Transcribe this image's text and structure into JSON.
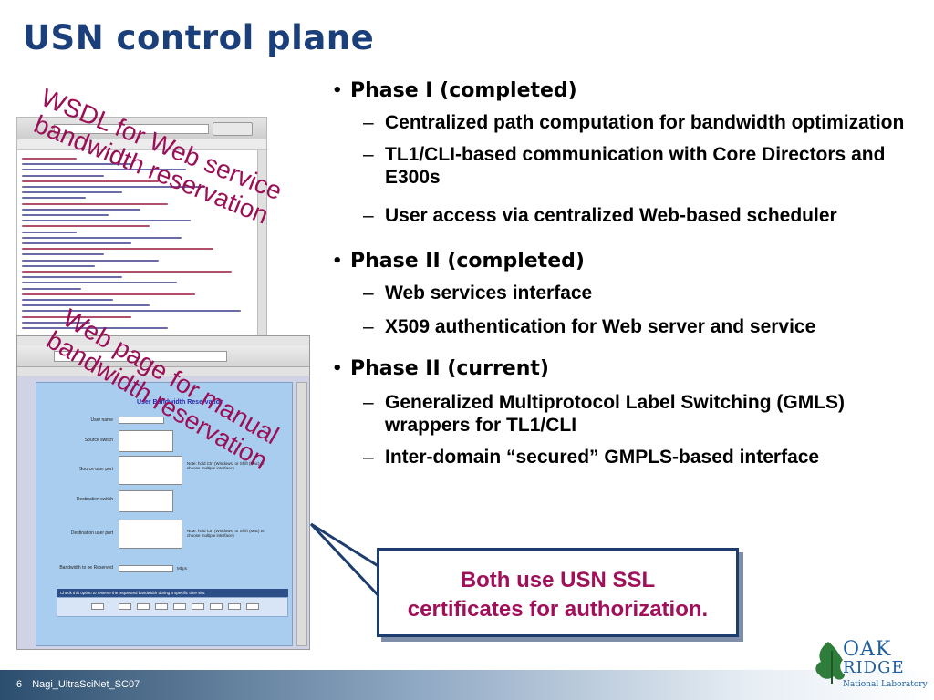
{
  "slide": {
    "title": "USN control plane",
    "page_number": "6",
    "footer_label": "Nagi_UltraSciNet_SC07"
  },
  "callouts": {
    "wsdl": [
      "WSDL for Web service",
      "bandwidth reservation"
    ],
    "web": [
      "Web page for manual",
      "bandwidth reservation"
    ]
  },
  "phases": [
    {
      "title": "Phase I (completed)",
      "items": [
        "Centralized path computation for bandwidth optimization",
        "TL1/CLI-based communication with Core Directors and E300s",
        "User access via centralized Web-based scheduler"
      ]
    },
    {
      "title": "Phase II (completed)",
      "items": [
        "Web services interface",
        "X509 authentication for Web server and service"
      ]
    },
    {
      "title": "Phase II (current)",
      "items": [
        "Generalized Multiprotocol Label Switching (GMLS) wrappers for TL1/CLI",
        "Inter-domain “secured” GMPLS-based interface"
      ]
    }
  ],
  "note": {
    "line1": "Both use USN SSL",
    "line2": "certificates for authorization."
  },
  "logo": {
    "line1": "OAK",
    "line2": "RIDGE",
    "line3": "National Laboratory"
  },
  "screenshot_web": {
    "heading": "User Bandwidth Reservation",
    "labels": [
      "User name",
      "Source switch",
      "Source user port",
      "Destination switch",
      "Destination user port",
      "Bandwidth to be Reserved"
    ],
    "unit": "Mbps",
    "notes": [
      "Note: hold Ctrl (Windows) or Shift (Mac) to choose multiple interfaces",
      "Note: hold Ctrl (Windows) or Shift (Mac) to choose multiple interfaces"
    ],
    "bar_text": "Check this option to reserve the requested bandwidth during a specific time slot:"
  },
  "colors": {
    "title": "#1b3f7a",
    "callout_text": "#9b0f57",
    "note_border": "#1d3d6e",
    "note_text": "#a0105a"
  }
}
